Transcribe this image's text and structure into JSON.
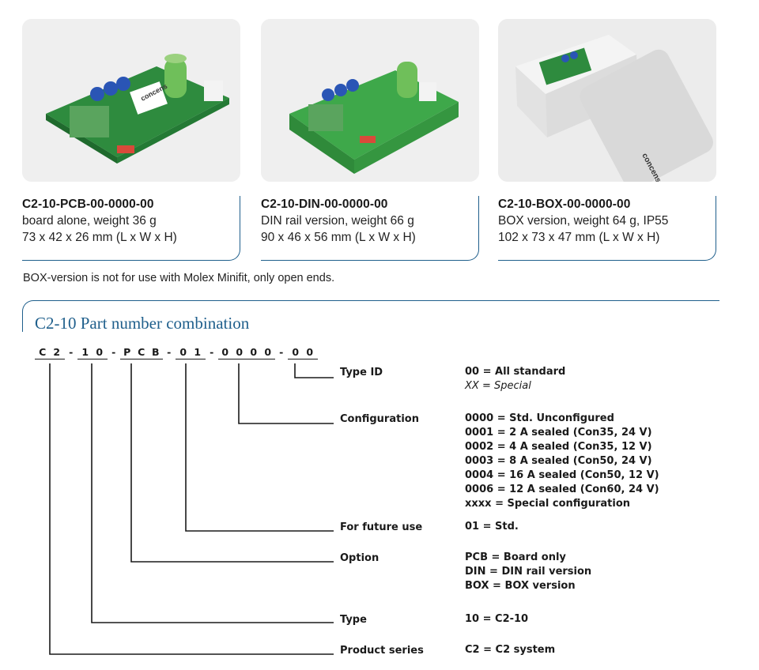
{
  "products": [
    {
      "code": "C2-10-PCB-00-0000-00",
      "line1": "board alone, weight 36 g",
      "line2": "73 x 42 x 26 mm (L x W x H)"
    },
    {
      "code": "C2-10-DIN-00-0000-00",
      "line1": "DIN rail version, weight 66 g",
      "line2": "90 x 46 x 56 mm (L x W x H)"
    },
    {
      "code": "C2-10-BOX-00-0000-00",
      "line1": "BOX version, weight 64 g, IP55",
      "line2": "102 x 73 x 47 mm (L x W x H)"
    }
  ],
  "note": "BOX-version is not for use with Molex Minifit, only open ends.",
  "section_title": "C2-10 Part number combination",
  "part_code": {
    "c1": "C",
    "c2": "2",
    "d1": "-",
    "t1": "1",
    "t2": "0",
    "d2": "-",
    "o1": "P",
    "o2": "C",
    "o3": "B",
    "d3": "-",
    "f1": "0",
    "f2": "1",
    "d4": "-",
    "g1": "0",
    "g2": "0",
    "g3": "0",
    "g4": "0",
    "d5": "-",
    "i1": "0",
    "i2": "0"
  },
  "fields": [
    {
      "label": "Type ID",
      "values": [
        "00 = All standard"
      ],
      "italic": "XX = Special"
    },
    {
      "label": "Configuration",
      "values": [
        "0000 = Std. Unconfigured",
        "0001 = 2 A sealed (Con35, 24 V)",
        "0002 = 4 A sealed (Con35, 12 V)",
        "0003 = 8 A sealed (Con50, 24 V)",
        "0004 = 16 A sealed (Con50, 12 V)",
        "0006 = 12 A sealed (Con60, 24 V)",
        "xxxx = Special configuration"
      ]
    },
    {
      "label": "For future use",
      "values": [
        "01 = Std."
      ]
    },
    {
      "label": "Option",
      "values": [
        "PCB = Board only",
        "DIN = DIN rail version",
        "BOX = BOX version"
      ]
    },
    {
      "label": "Type",
      "values": [
        "10 = C2-10"
      ]
    },
    {
      "label": "Product series",
      "values": [
        "C2 = C2 system"
      ]
    }
  ],
  "photo_brand": "concens",
  "colors": {
    "accent": "#1f5f8c",
    "pcb_green": "#2e8b3e",
    "din_green": "#3ea84a"
  }
}
